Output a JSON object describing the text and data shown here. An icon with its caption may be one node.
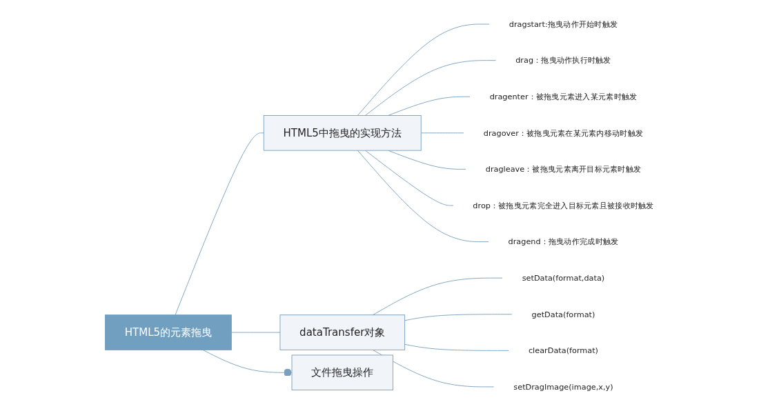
{
  "diagram": {
    "nodes": [
      {
        "text": [
          "HTML5的元素拖曳"
        ]
      },
      {
        "text": [
          "HTML5中拖曳的实现方法"
        ]
      },
      {
        "text": [
          "dragstart:拖曳动作开始时触发"
        ]
      },
      {
        "text": [
          "drag：拖曳动作执行时触发"
        ]
      },
      {
        "text": [
          "dragenter：被拖曳元素进入某元素时触发"
        ]
      },
      {
        "text": [
          "dragover：被拖曳元素在某元素内移动时触发"
        ]
      },
      {
        "text": [
          "dragleave：被拖曳元素离开目标元素时触发"
        ]
      },
      {
        "text": [
          "drop：被拖曳元素完全进入目标元素且被接收时触发"
        ]
      },
      {
        "text": [
          "dragend：拖曳动作完成时触发"
        ]
      },
      {
        "text": [
          "dataTransfer对象"
        ]
      },
      {
        "text": [
          "setData(format,data)"
        ]
      },
      {
        "text": [
          "getData(format)"
        ]
      },
      {
        "text": [
          "clearData(format)"
        ]
      },
      {
        "text": [
          "setDragImage(image,x,y)"
        ]
      },
      {
        "text": [
          "文件拖曳操作"
        ]
      }
    ],
    "edges": [
      {
        "from": 0,
        "to": 1,
        "arrow": "none"
      },
      {
        "from": 1,
        "to": 2,
        "arrow": "none"
      },
      {
        "from": 1,
        "to": 3,
        "arrow": "none"
      },
      {
        "from": 1,
        "to": 4,
        "arrow": "none"
      },
      {
        "from": 1,
        "to": 5,
        "arrow": "none"
      },
      {
        "from": 1,
        "to": 6,
        "arrow": "none"
      },
      {
        "from": 1,
        "to": 7,
        "arrow": "none"
      },
      {
        "from": 1,
        "to": 8,
        "arrow": "none"
      },
      {
        "from": 0,
        "to": 9,
        "arrow": "none"
      },
      {
        "from": 9,
        "to": 10,
        "arrow": "none"
      },
      {
        "from": 9,
        "to": 11,
        "arrow": "none"
      },
      {
        "from": 9,
        "to": 12,
        "arrow": "none"
      },
      {
        "from": 9,
        "to": 13,
        "arrow": "none"
      },
      {
        "from": 0,
        "to": 14,
        "arrow": "other"
      }
    ]
  }
}
